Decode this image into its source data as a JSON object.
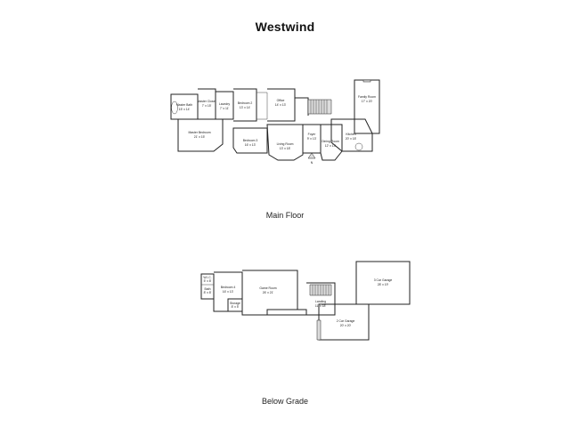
{
  "page": {
    "title": "Westwind"
  },
  "main_floor": {
    "caption": "Main Floor",
    "rooms": [
      {
        "name": "Master Bath",
        "dims": "15' x 14'"
      },
      {
        "name": "Master Closet",
        "dims": "7' x 15'"
      },
      {
        "name": "Laundry",
        "dims": "7' x 11'"
      },
      {
        "name": "Bedroom 2",
        "dims": "13' x 14'"
      },
      {
        "name": "Office",
        "dims": "14' x 13'"
      },
      {
        "name": "Family Room",
        "dims": "17' x 20'"
      },
      {
        "name": "Master Bedroom",
        "dims": "21' x 15'"
      },
      {
        "name": "Bedroom 3",
        "dims": "16' x 13'"
      },
      {
        "name": "Living Room",
        "dims": "13' x 18'"
      },
      {
        "name": "Foyer",
        "dims": "9' x 13'"
      },
      {
        "name": "Dining Room",
        "dims": "12' x 13'"
      },
      {
        "name": "Kitchen",
        "dims": "20' x 18'"
      }
    ],
    "marker": "N"
  },
  "below_grade": {
    "caption": "Below Grade",
    "rooms": [
      {
        "name": "W.I.C.",
        "dims": "5' x 8'"
      },
      {
        "name": "Bath",
        "dims": "8' x 8'"
      },
      {
        "name": "Bedroom 4",
        "dims": "16' x 13'"
      },
      {
        "name": "Storage",
        "dims": "8' x 5'"
      },
      {
        "name": "Game Room",
        "dims": "26' x 21'"
      },
      {
        "name": "Landing",
        "dims": "11' x 18'"
      },
      {
        "name": "3 Car Garage",
        "dims": "28' x 19'"
      },
      {
        "name": "2 Car Garage",
        "dims": "20' x 20'"
      }
    ]
  }
}
